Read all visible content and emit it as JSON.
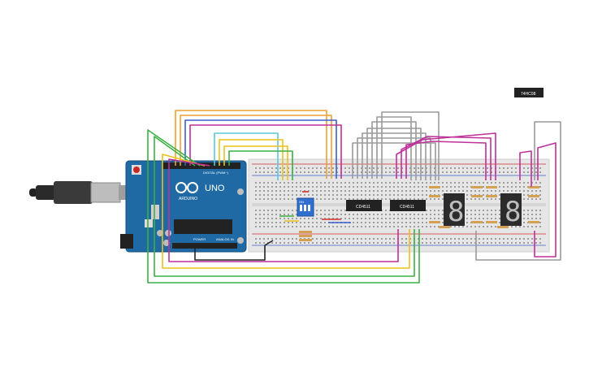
{
  "arduino": {
    "logo": "ARDUINO",
    "model": "UNO",
    "digital_label": "DIGITAL (PWM~)",
    "power_label": "POWER",
    "analog_label": "ANALOG IN"
  },
  "dip_switch": {
    "label": "ON"
  },
  "shift_registers": [
    {
      "label": "CD4511"
    },
    {
      "label": "CD4511"
    }
  ],
  "loose_chip": {
    "label": "74HC08"
  },
  "seven_segment_displays": [
    {
      "digit": "8"
    },
    {
      "digit": "8"
    }
  ],
  "colors": {
    "breadboard": "#e6e6e6",
    "arduino_board": "#1f6aa5",
    "wire_orange": "#f0a030",
    "wire_blue": "#3a5fc8",
    "wire_magenta": "#c0309a",
    "wire_gray": "#9a9a9a",
    "wire_green": "#3cb043",
    "wire_yellow": "#e8c21a",
    "wire_cyan": "#5ac8d8",
    "wire_black": "#222222",
    "wire_red": "#d03030"
  }
}
